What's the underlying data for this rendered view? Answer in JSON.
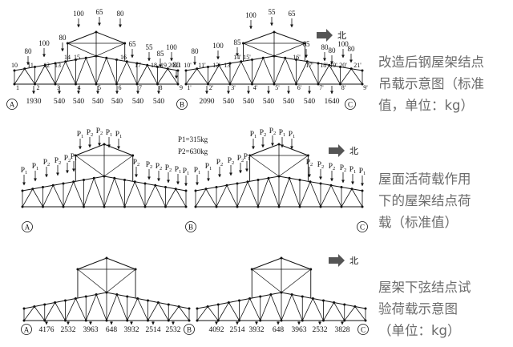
{
  "north_label": "北",
  "axis_labels": [
    "A",
    "B",
    "C"
  ],
  "captions": [
    [
      "改造后钢屋架结点",
      "吊载示意图（标准",
      "值，单位：kg）"
    ],
    [
      "屋面活荷载作用",
      "下的屋架结点荷",
      "载（标准值）"
    ],
    [
      "屋架下弦结点试",
      "验荷载示意图",
      "（单位：kg）"
    ]
  ],
  "top": {
    "node_labels_left": [
      "10",
      "11",
      "12",
      "13",
      "14",
      "15",
      "16",
      "17",
      "18",
      "19",
      "20",
      "21"
    ],
    "node_labels_right": [
      "10'",
      "11'",
      "12'",
      "13'",
      "14'",
      "15'",
      "16'",
      "17'",
      "18'",
      "19'",
      "20'",
      "21'"
    ],
    "bottom_nodes_left": [
      "1",
      "2",
      "3",
      "4",
      "5",
      "6",
      "7",
      "8",
      "9"
    ],
    "bottom_nodes_right": [
      "1'",
      "2'",
      "3'",
      "4'",
      "5'",
      "6'",
      "7'",
      "8'",
      "9'"
    ],
    "upper_loads_left": [
      "80",
      "100",
      "80",
      "100",
      "65",
      "80",
      "65",
      "55",
      "85",
      "100",
      "80"
    ],
    "upper_loads_right": [
      "80",
      "100",
      "85",
      "100",
      "55",
      "65",
      "65",
      "80",
      "80",
      "100",
      "80"
    ],
    "bottom_loads_left": [
      "1930",
      "540",
      "540",
      "540",
      "540",
      "540",
      "540"
    ],
    "bottom_loads_right": [
      "2090",
      "540",
      "540",
      "540",
      "540",
      "540",
      "1640"
    ]
  },
  "middle": {
    "load_p1": "P",
    "sub_1": "1",
    "sub_2": "2",
    "legend_p1": "P1=315kg",
    "legend_p2": "P2=630kg"
  },
  "bottom": {
    "loads_left": [
      "4176",
      "2532",
      "3963",
      "648",
      "3932",
      "2514",
      "2532"
    ],
    "loads_right": [
      "4092",
      "2514",
      "3932",
      "648",
      "3963",
      "2532",
      "3828"
    ]
  }
}
